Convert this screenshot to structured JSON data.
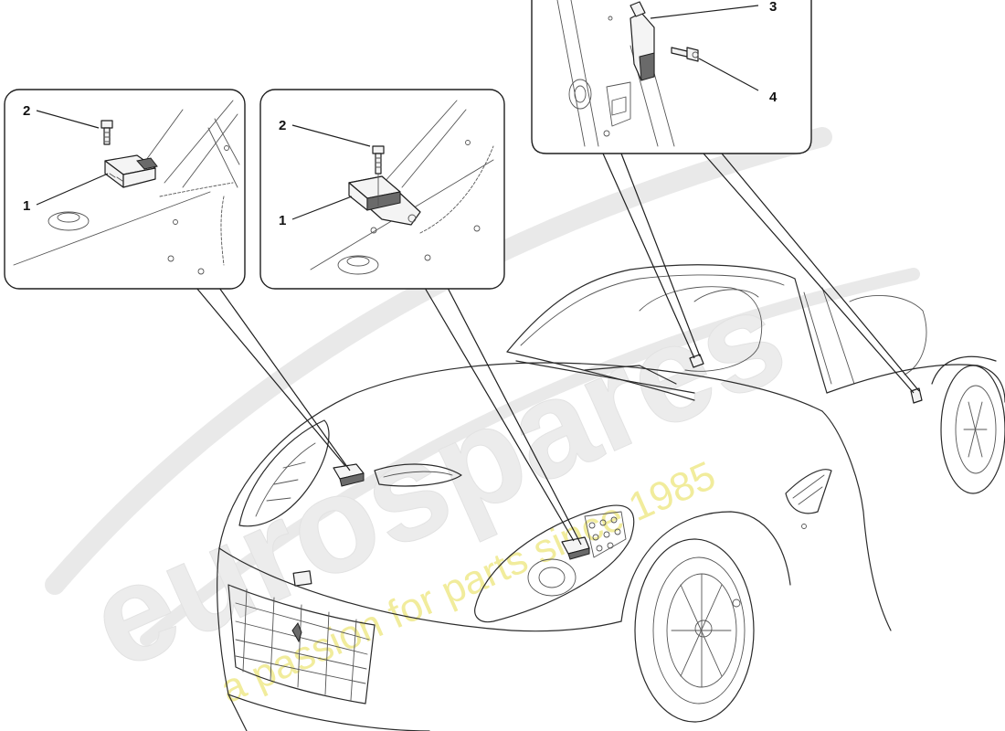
{
  "watermark": {
    "brand": "eurospares",
    "tagline": "a passion for parts since 1985"
  },
  "callouts": {
    "left_panel": [
      {
        "id": "2",
        "label": "2"
      },
      {
        "id": "1",
        "label": "1"
      }
    ],
    "middle_panel": [
      {
        "id": "2",
        "label": "2"
      },
      {
        "id": "1",
        "label": "1"
      }
    ],
    "top_panel": [
      {
        "id": "3",
        "label": "3"
      },
      {
        "id": "4",
        "label": "4"
      }
    ]
  },
  "colors": {
    "line": "#1e1e1e",
    "watermark_grey": "#e9e9e9",
    "watermark_yellow": "#f1ec9c"
  }
}
